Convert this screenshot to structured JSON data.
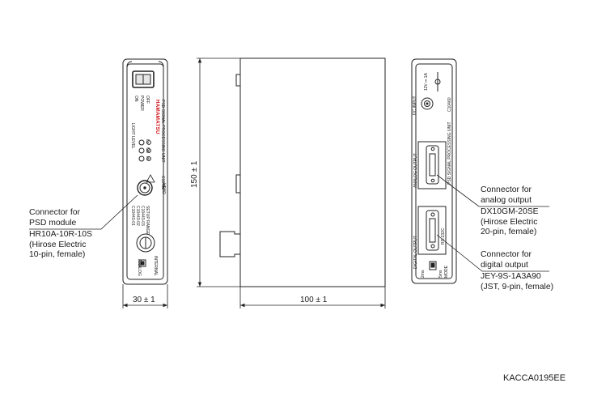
{
  "document_id": "KACCA0195EE",
  "dimensions": {
    "width_front": "30 ± 1",
    "depth_side": "100 ± 1",
    "height": "150 ± 1"
  },
  "front_panel": {
    "power_on": "ON",
    "power": "POWER",
    "power_off": "OFF",
    "brand": "HAMAMATSU",
    "product_name": "PSD SIGNAL PROCESSING UNIT",
    "model": "C10460",
    "light_level": "LIGHT LEVEL",
    "level_lo": "Lo",
    "level_ok": "OK",
    "level_hi": "Hi",
    "head": "HEAD",
    "compatible_lines": [
      "C10443-01",
      "C10443-02",
      "C10443-03",
      "SETUP RANGE"
    ],
    "internal": "INTERNAL",
    "analog": "ANALOG"
  },
  "rear_panel": {
    "dc_input": "DC INPUT",
    "rating": "12V ⎓ 1A",
    "product_name": "PSD SIGNAL PROCESSING UNIT",
    "model": "C10460",
    "analog_output": "ANALOG OUTPUT",
    "digital_output": "DIGITAL OUTPUT",
    "rs232c": "RS-232C",
    "mode_2ms": "2ms",
    "mode_5ms": "5ms",
    "mode": "MODE"
  },
  "callouts": {
    "psd_module": [
      "Connector for",
      "PSD module",
      "HR10A-10R-10S",
      "(Hirose Electric",
      "10-pin, female)"
    ],
    "analog_output": [
      "Connector for",
      "analog output",
      "DX10GM-20SE",
      "(Hirose Electric",
      "20-pin, female)"
    ],
    "digital_output": [
      "Connector for",
      "digital output",
      "JEY-9S-1A3A90",
      "(JST, 9-pin, female)"
    ]
  }
}
